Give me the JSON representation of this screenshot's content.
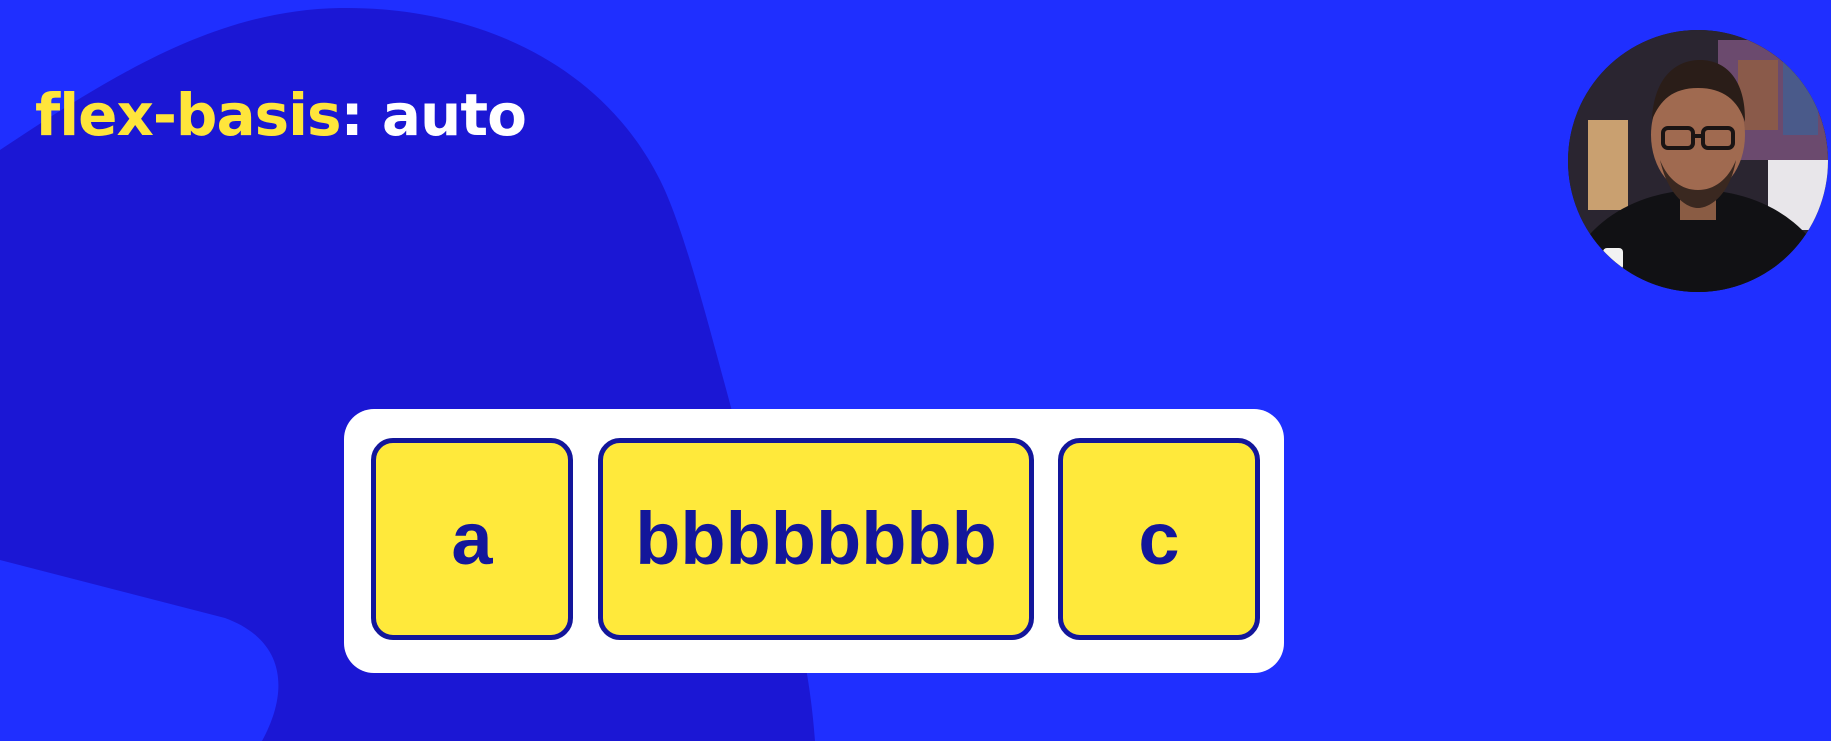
{
  "title": {
    "property": "flex-basis",
    "separator": ": ",
    "value": "auto"
  },
  "flex_items": [
    {
      "label": "a"
    },
    {
      "label": "bbbbbbbb"
    },
    {
      "label": "c"
    }
  ],
  "colors": {
    "background": "#1f2fff",
    "background_shape": "#1b17d4",
    "title_property": "#ffe53b",
    "title_value": "#ffffff",
    "container": "#ffffff",
    "item_fill": "#ffe93b",
    "item_border": "#13169a",
    "item_text": "#13169a"
  },
  "icons": {
    "presenter": "presenter-webcam-avatar"
  }
}
